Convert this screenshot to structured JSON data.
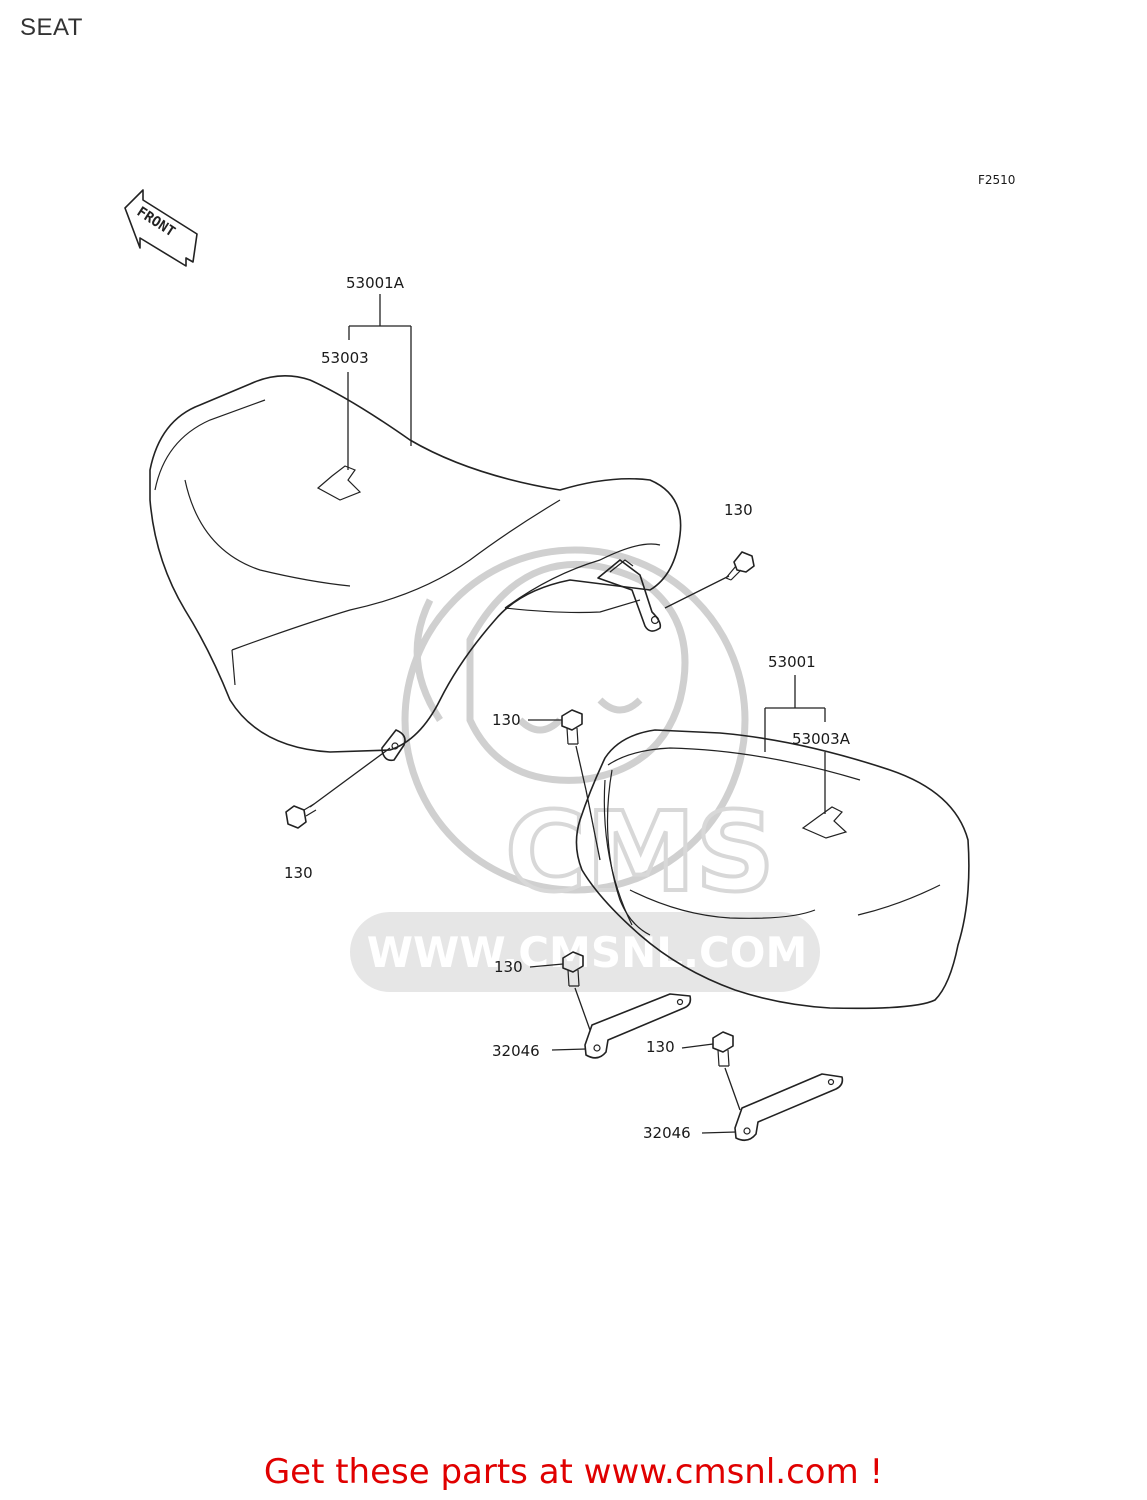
{
  "page_title": "SEAT",
  "figure_code": "F2510",
  "front_arrow_text": "FRONT",
  "watermark_text": "WWW.CMSNL.COM",
  "watermark_logo_text": "CMS",
  "call_to_action": "Get these parts at www.cmsnl.com !",
  "part_labels": {
    "seat_assy_front": "53001A",
    "seat_cover_front": "53003",
    "bolt_front_right": "130",
    "bolt_front_left": "130",
    "seat_assy_rear": "53001",
    "seat_cover_rear": "53003A",
    "bolt_rear_top": "130",
    "bolt_bracket_1": "130",
    "bracket_1": "32046",
    "bolt_bracket_2": "130",
    "bracket_2": "32046"
  },
  "colors": {
    "cta": "#e00000",
    "lines": "#222222",
    "watermark": "#d0d0d0"
  }
}
